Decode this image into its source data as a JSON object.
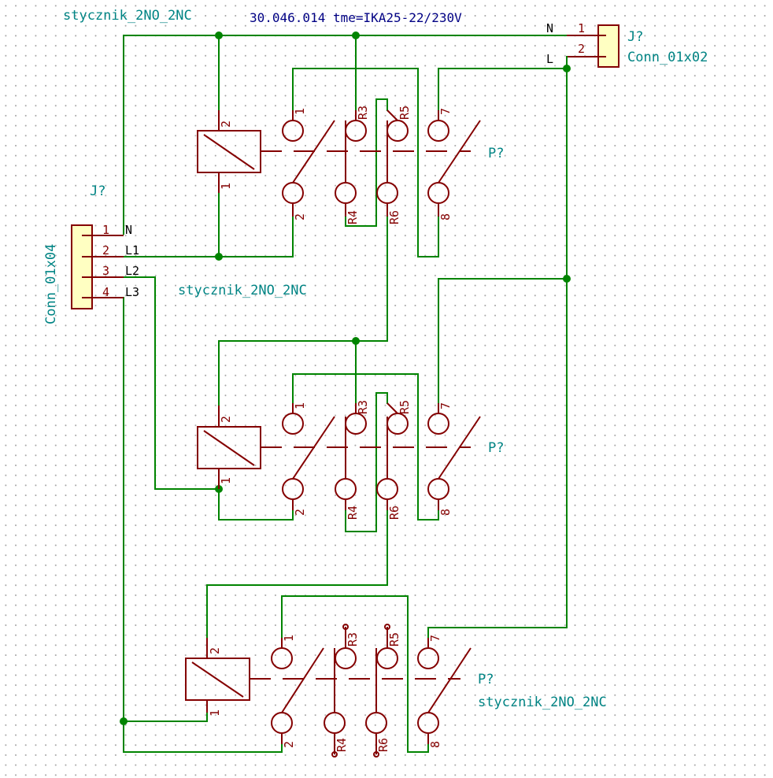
{
  "note": "30.046.014 tme=IKA25-22/230V",
  "relays": [
    {
      "ref": "P?",
      "value": "stycznik_2NO_2NC",
      "coil_pins": [
        "2",
        "1"
      ],
      "contact_pins": [
        "1",
        "2",
        "R3",
        "R4",
        "R5",
        "R6",
        "7",
        "8"
      ]
    },
    {
      "ref": "P?",
      "value": "stycznik_2NO_2NC",
      "coil_pins": [
        "2",
        "1"
      ],
      "contact_pins": [
        "1",
        "2",
        "R3",
        "R4",
        "R5",
        "R6",
        "7",
        "8"
      ]
    },
    {
      "ref": "P?",
      "value": "stycznik_2NO_2NC",
      "coil_pins": [
        "2",
        "1"
      ],
      "contact_pins": [
        "1",
        "2",
        "R3",
        "R4",
        "R5",
        "R6",
        "7",
        "8"
      ]
    }
  ],
  "connector_power": {
    "ref": "J?",
    "value": "Conn_01x02",
    "pins": [
      {
        "num": "1",
        "net": "N"
      },
      {
        "num": "2",
        "net": "L"
      }
    ]
  },
  "connector_lines": {
    "ref": "J?",
    "value": "Conn_01x04",
    "pins": [
      {
        "num": "1",
        "name": "N"
      },
      {
        "num": "2",
        "name": "L1"
      },
      {
        "num": "3",
        "name": "L2"
      },
      {
        "num": "4",
        "name": "L3"
      }
    ]
  },
  "colors": {
    "wire": "#008400",
    "component": "#840000",
    "connector_fill": "#ffffc2",
    "reference_text": "#008484",
    "note_text": "#000084"
  }
}
